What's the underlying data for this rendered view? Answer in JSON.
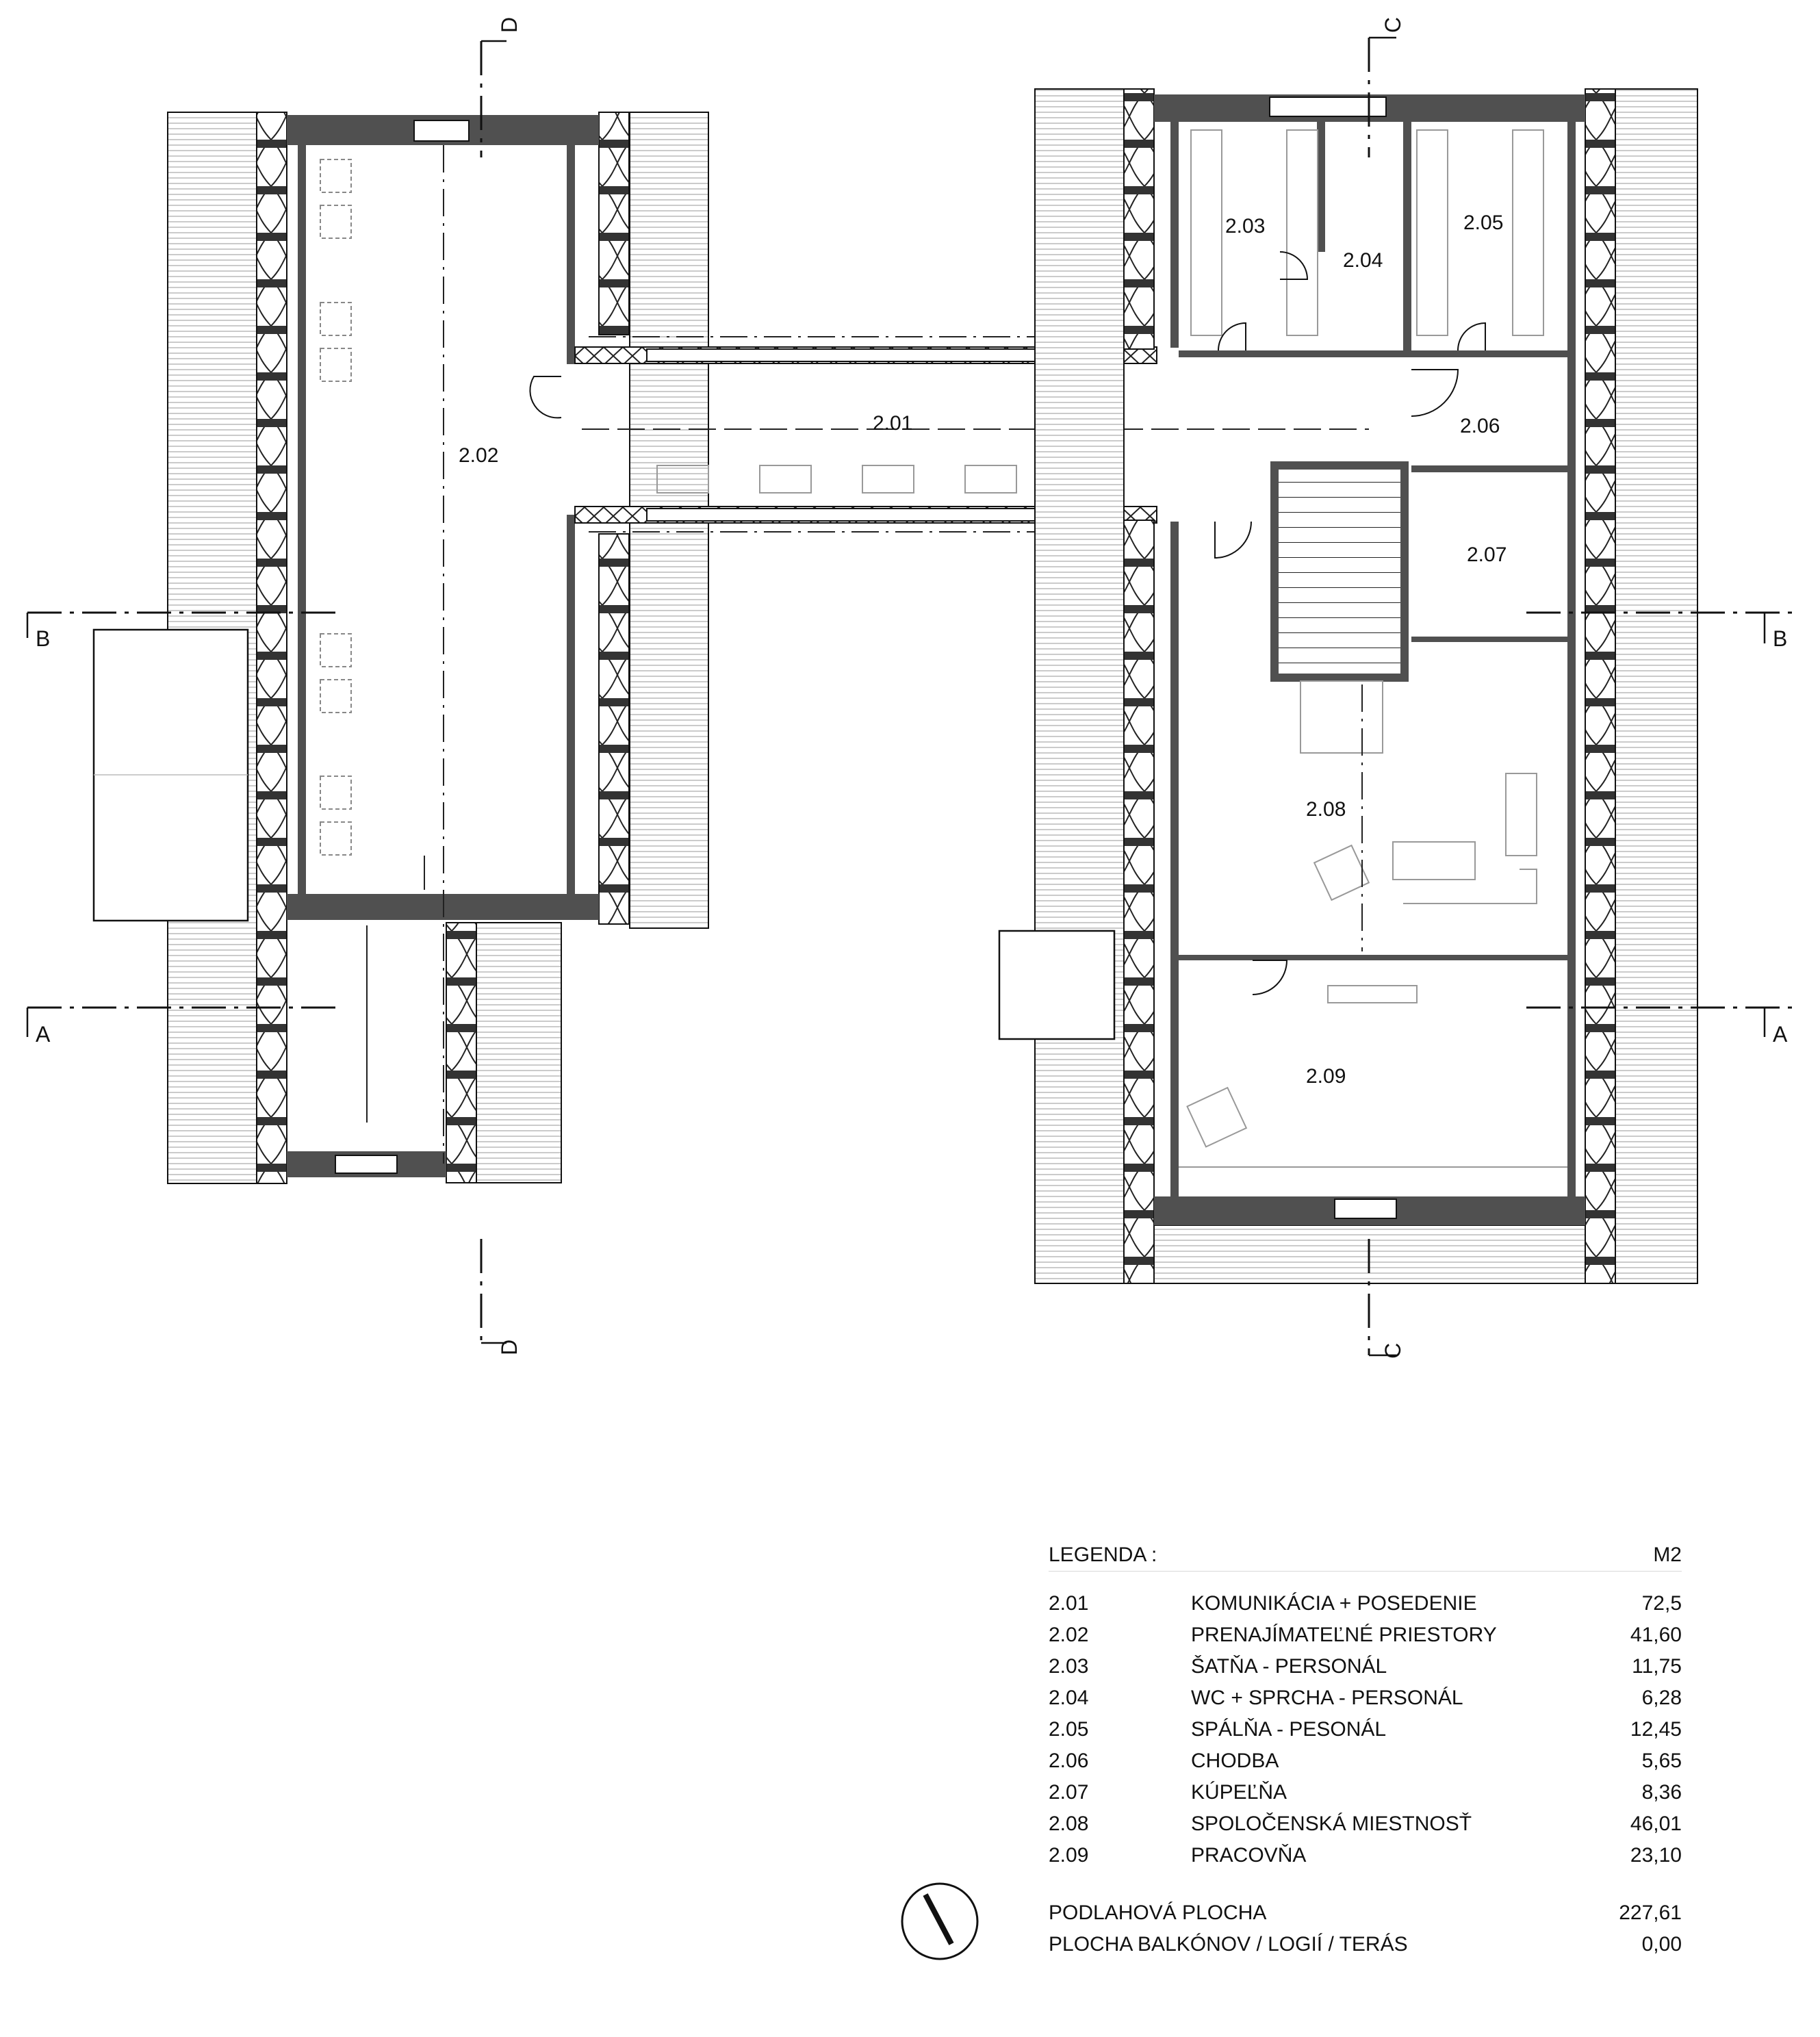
{
  "plan": {
    "rooms": [
      {
        "id": "2.01"
      },
      {
        "id": "2.02"
      },
      {
        "id": "2.03"
      },
      {
        "id": "2.04"
      },
      {
        "id": "2.05"
      },
      {
        "id": "2.06"
      },
      {
        "id": "2.07"
      },
      {
        "id": "2.08"
      },
      {
        "id": "2.09"
      }
    ],
    "sections": [
      "A",
      "B",
      "C",
      "D"
    ]
  },
  "legend": {
    "title": "LEGENDA :",
    "unit": "M2",
    "items": [
      {
        "code": "2.01",
        "name": "KOMUNIKÁCIA + POSEDENIE",
        "area": "72,5"
      },
      {
        "code": "2.02",
        "name": "PRENAJÍMATEĽNÉ PRIESTORY",
        "area": "41,60"
      },
      {
        "code": "2.03",
        "name": "ŠATŇA - PERSONÁL",
        "area": "11,75"
      },
      {
        "code": "2.04",
        "name": "WC + SPRCHA - PERSONÁL",
        "area": "6,28"
      },
      {
        "code": "2.05",
        "name": "SPÁLŇA - PESONÁL",
        "area": "12,45"
      },
      {
        "code": "2.06",
        "name": "CHODBA",
        "area": "5,65"
      },
      {
        "code": "2.07",
        "name": "KÚPEĽŇA",
        "area": "8,36"
      },
      {
        "code": "2.08",
        "name": "SPOLOČENSKÁ MIESTNOSŤ",
        "area": "46,01"
      },
      {
        "code": "2.09",
        "name": "PRACOVŇA",
        "area": "23,10"
      }
    ],
    "totals": [
      {
        "name": "PODLAHOVÁ PLOCHA",
        "area": "227,61"
      },
      {
        "name": "PLOCHA BALKÓNOV / LOGIÍ / TERÁS",
        "area": "0,00"
      }
    ]
  },
  "colors": {
    "wall": "#505050",
    "line": "#111111",
    "hatch": "#9a9a9a",
    "furniture": "#9a9a9a"
  },
  "icons": [
    "north-arrow-icon"
  ]
}
